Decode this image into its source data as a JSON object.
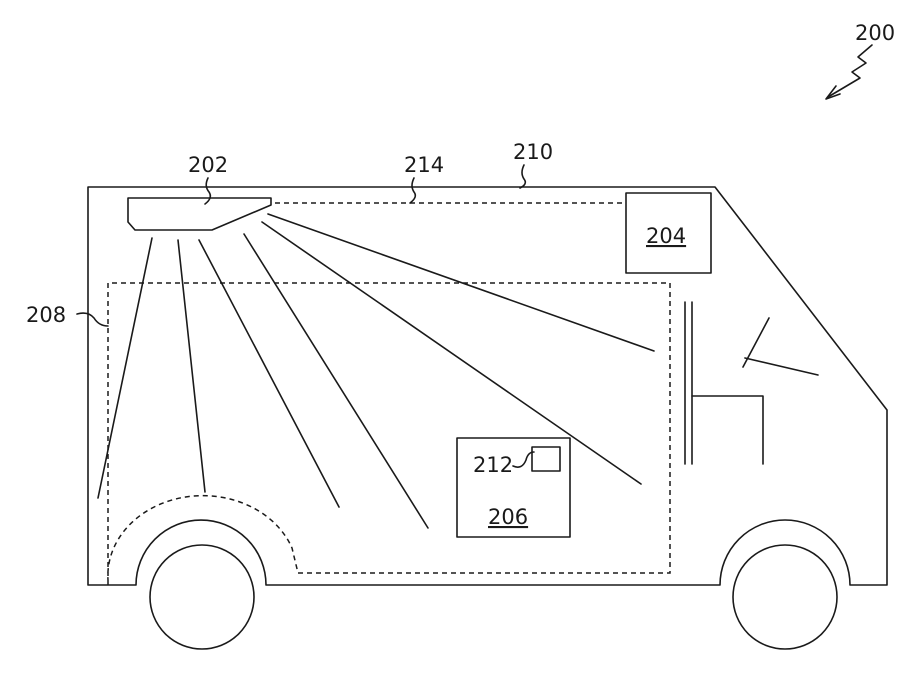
{
  "labels": {
    "figure": "200",
    "sensor": "202",
    "controller": "204",
    "unit": "206",
    "cargo_area": "208",
    "vehicle": "210",
    "component": "212",
    "connection": "214"
  },
  "colors": {
    "line": "#1a1a1a",
    "background": "#ffffff"
  }
}
